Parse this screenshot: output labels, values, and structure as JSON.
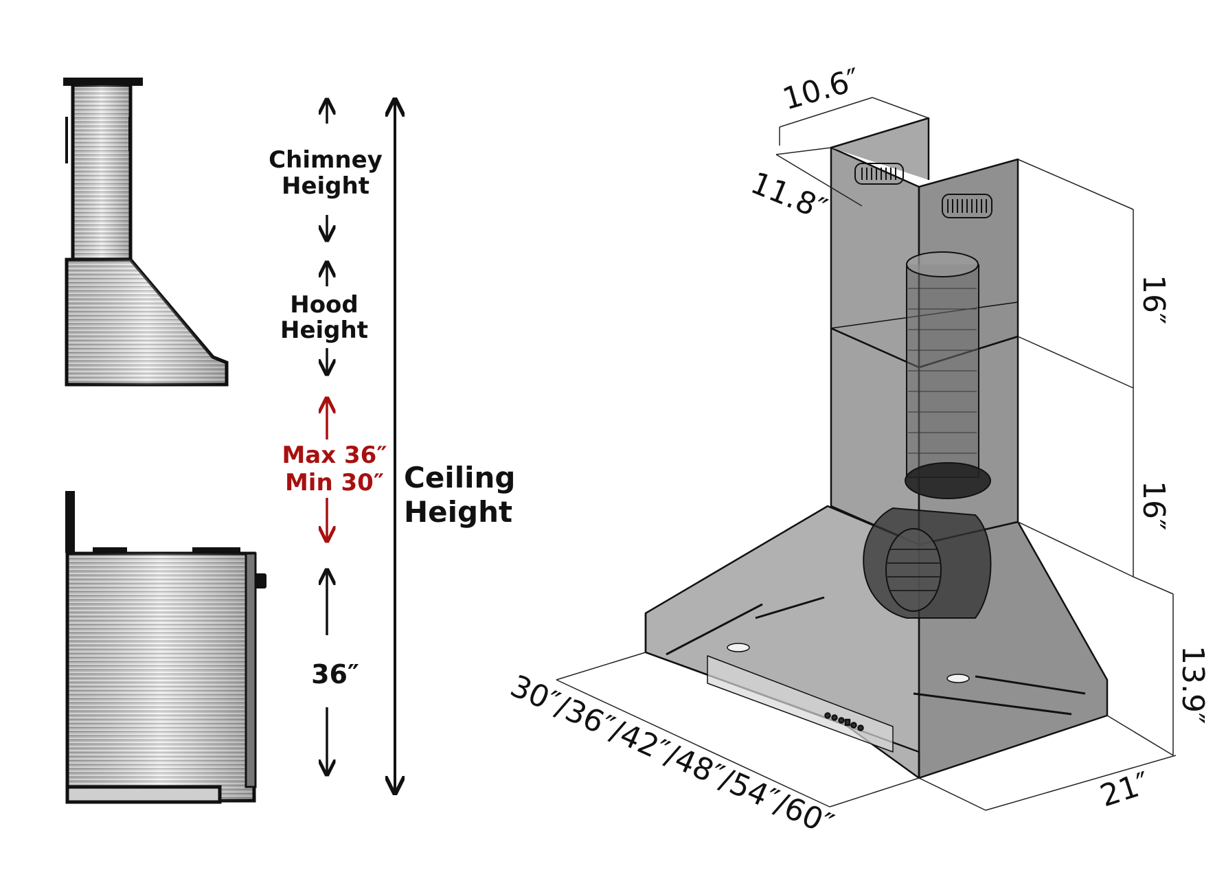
{
  "side_view": {
    "chimney_label": [
      "Chimney",
      "Height"
    ],
    "hood_label": [
      "Hood",
      "Height"
    ],
    "clearance_label": [
      "Max 36″",
      "Min 30″"
    ],
    "counter_label": "36″",
    "ceiling_label": [
      "Ceiling",
      "Height"
    ]
  },
  "iso_view": {
    "chimney_width": "10.6″",
    "chimney_depth": "11.8″",
    "upper_chimney_height": "16″",
    "lower_chimney_height": "16″",
    "hood_height": "13.9″",
    "hood_depth": "21″",
    "hood_widths": "30″/36″/42″/48″/54″/60″"
  },
  "colors": {
    "ink": "#111111",
    "accent_red": "#a81010",
    "steel_light": "#e4e4e4",
    "steel_dark": "#8c8c8c",
    "iso_glass": "#8f8f8f"
  },
  "icons": {
    "up_arrow": "arrow-up-icon",
    "down_arrow": "arrow-down-icon"
  }
}
